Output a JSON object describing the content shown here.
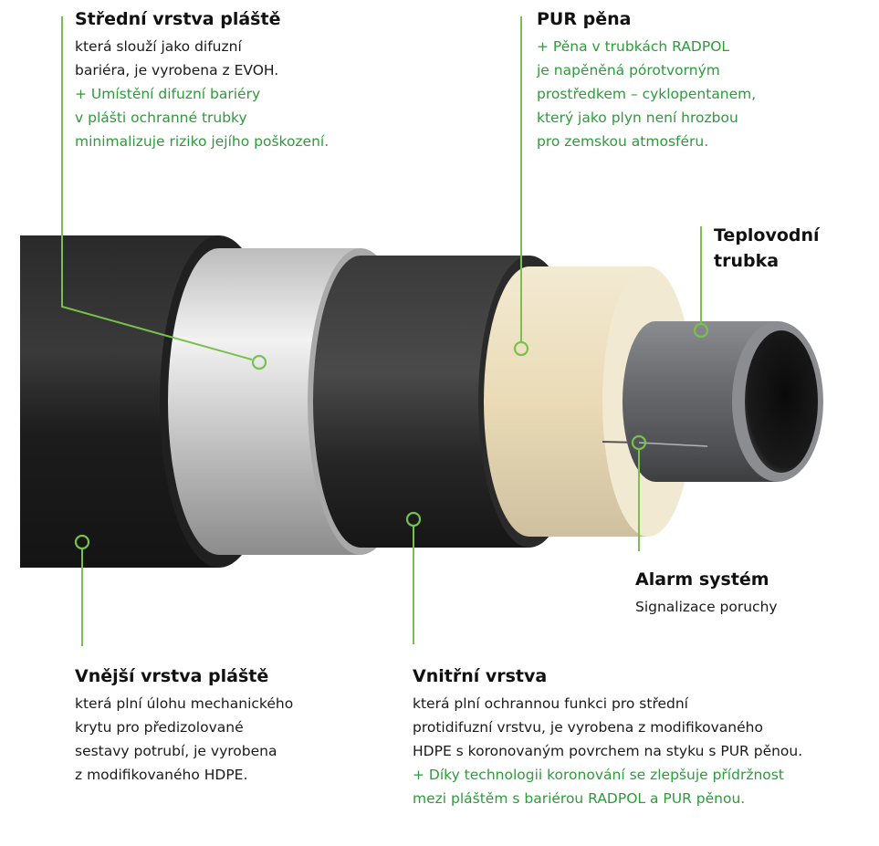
{
  "labels": {
    "middle_layer": {
      "title": "Střední vrstva pláště",
      "text": [
        "která slouží jako difuzní",
        "bariéra, je vyrobena z EVOH."
      ],
      "note": [
        "+ Umístění difuzní bariéry",
        "v plášti ochranné trubky",
        "minimalizuje riziko jejího poškození."
      ]
    },
    "pur_foam": {
      "title": "PUR pěna",
      "text": [],
      "note": [
        "+ Pěna v trubkách RADPOL",
        "je napěněná pórotvorným",
        "prostředkem – cyklopentanem,",
        "který jako plyn není hrozbou",
        "pro zemskou atmosféru."
      ]
    },
    "heat_pipe": {
      "title": [
        "Teplovodní",
        "trubka"
      ]
    },
    "alarm": {
      "title": "Alarm systém",
      "text": [
        "Signalizace poruchy"
      ]
    },
    "outer_layer": {
      "title": "Vnější vrstva pláště",
      "text": [
        "která plní úlohu mechanického",
        "krytu pro předizolované",
        "sestavy potrubí, je vyrobena",
        "z modifikovaného HDPE."
      ]
    },
    "inner_layer": {
      "title": "Vnitřní vrstva",
      "text": [
        "která plní ochrannou funkci pro střední",
        "protidifuzní vrstvu, je vyrobena z modifikovaného",
        "HDPE s koronovaným povrchem na styku s PUR pěnou."
      ],
      "note": [
        "+ Díky technologii koronování se zlepšuje přídržnost",
        "mezi pláštěm s bariérou RADPOL a PUR pěnou."
      ]
    }
  },
  "colors": {
    "accent_green": "#2f9a3c",
    "callout_line": "#79c14c",
    "outer_jacket": "#1e1e1e",
    "barrier": "#d9d9d9",
    "inner_jacket": "#262626",
    "foam": "#efe4c8",
    "steel_pipe": "#5e6063"
  }
}
